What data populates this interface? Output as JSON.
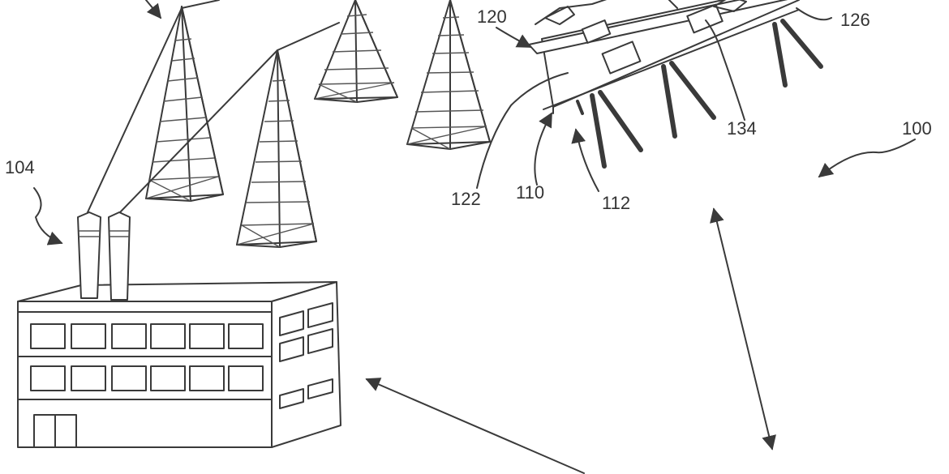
{
  "diagram": {
    "reference_numerals": {
      "system": "100",
      "factory": "104",
      "vessel": "110",
      "hull_legs": "112",
      "deck": "120",
      "cabin": "122",
      "crane": "126",
      "equipment": "134"
    },
    "colors": {
      "line": "#3a3a3a",
      "background": "#ffffff"
    }
  }
}
